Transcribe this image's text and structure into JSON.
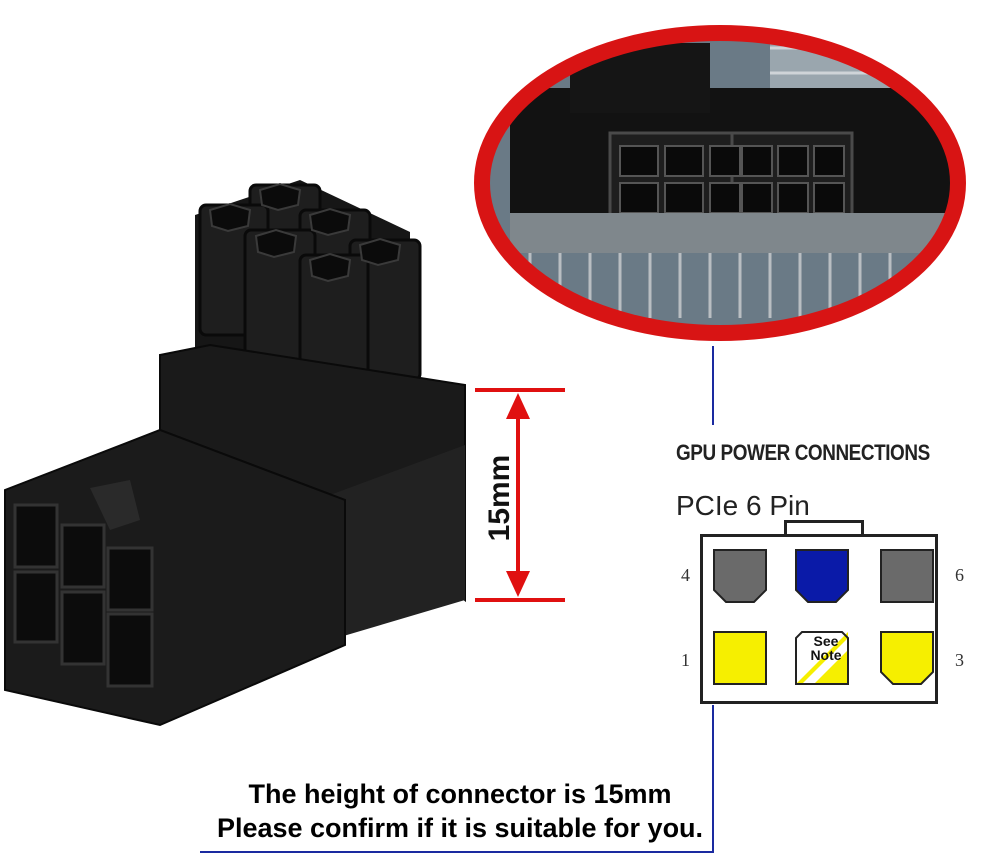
{
  "dimension": {
    "label": "15mm"
  },
  "diagram": {
    "title": "GPU POWER CONNECTIONS",
    "subtitle": "PCIe 6 Pin",
    "pins": [
      {
        "number": "4",
        "color": "#6a6a6a",
        "shape": "chamfer-bottom"
      },
      {
        "number": "",
        "color": "#0a1aa8",
        "shape": "chamfer-bottom"
      },
      {
        "number": "6",
        "color": "#6a6a6a",
        "shape": "square"
      },
      {
        "number": "1",
        "color": "#f6ef00",
        "shape": "square"
      },
      {
        "number": "",
        "color": "#f6ef00",
        "shape": "note",
        "label": "See Note"
      },
      {
        "number": "3",
        "color": "#f6ef00",
        "shape": "chamfer-bottom"
      }
    ]
  },
  "caption": {
    "line1": "The height of connector is 15mm",
    "line2": "Please confirm if it is suitable for you."
  },
  "colors": {
    "dimension_red": "#e01010",
    "leader_blue": "#1a2aa0",
    "zoom_ring": "#d81414",
    "connector_black": "#1c1c1c"
  }
}
